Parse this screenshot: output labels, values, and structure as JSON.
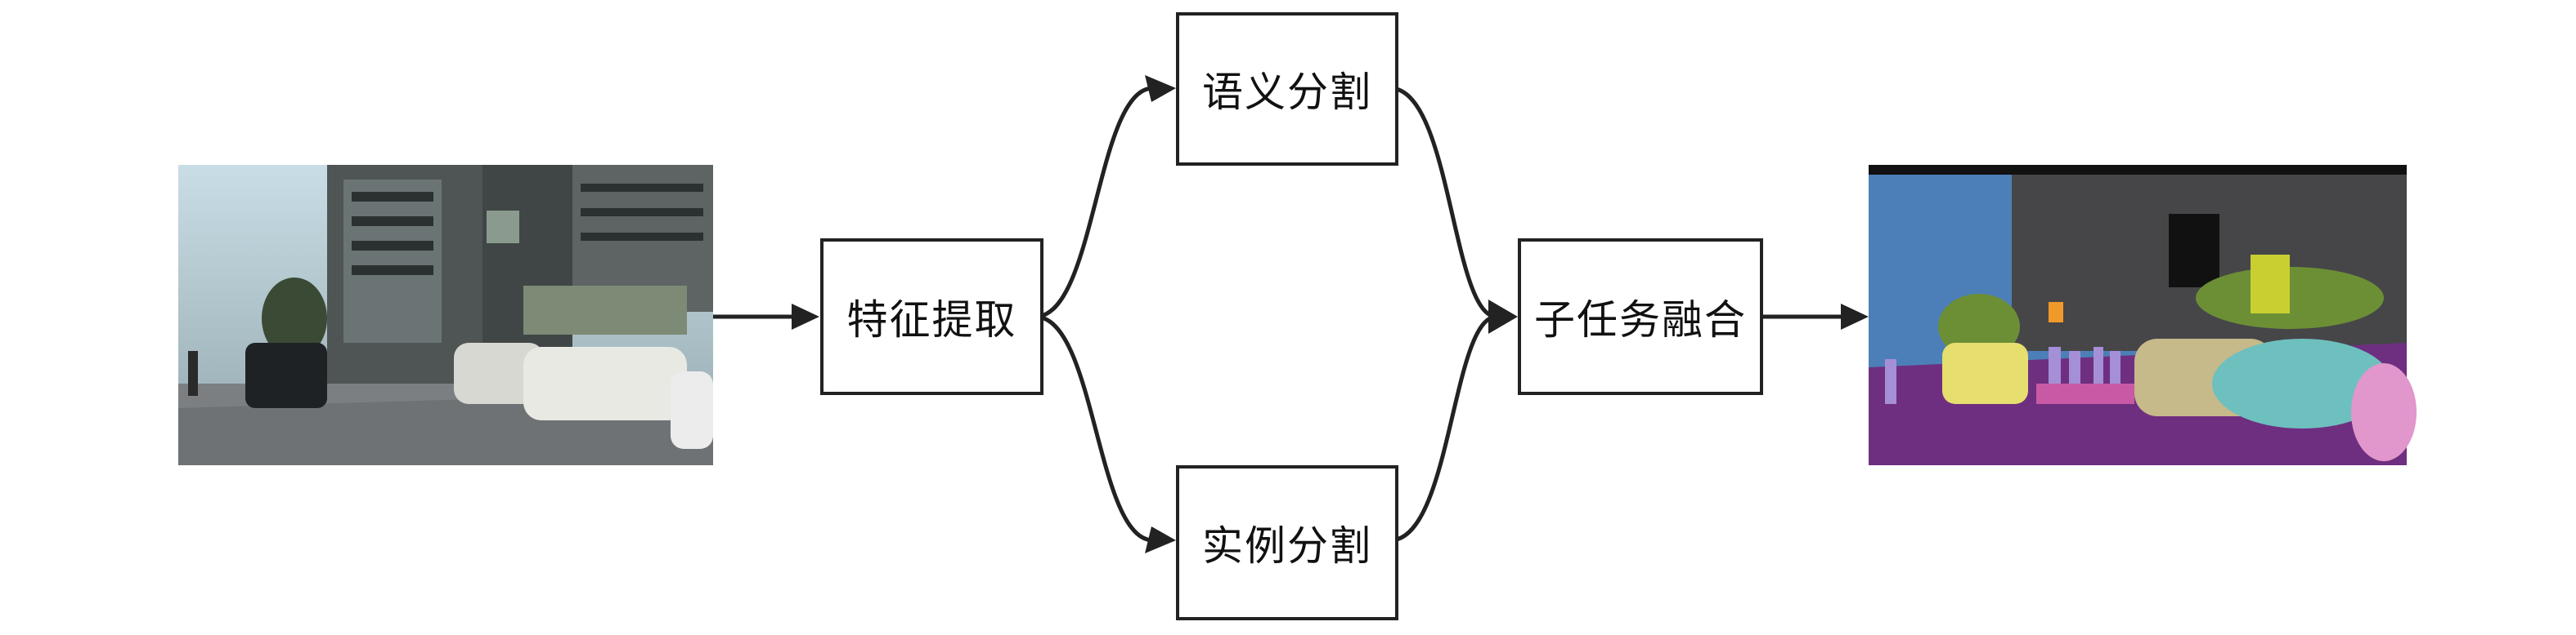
{
  "nodes": {
    "feature_extraction": "特征提取",
    "semantic_segmentation": "语义分割",
    "instance_segmentation": "实例分割",
    "subtask_fusion": "子任务融合"
  },
  "images": {
    "input_photo_icon": "street-scene-photo",
    "output_segmentation_icon": "panoptic-segmentation-map"
  },
  "colors": {
    "stroke": "#222222",
    "road": "#6e2f80",
    "sky": "#4c7fb8",
    "building": "#464649",
    "car": "#6ec0be",
    "car_yellow": "#e6de6e",
    "car_tan": "#c6b98a",
    "vegetation": "#6c8f35",
    "person": "#a58fd6",
    "pink": "#e196cc"
  }
}
